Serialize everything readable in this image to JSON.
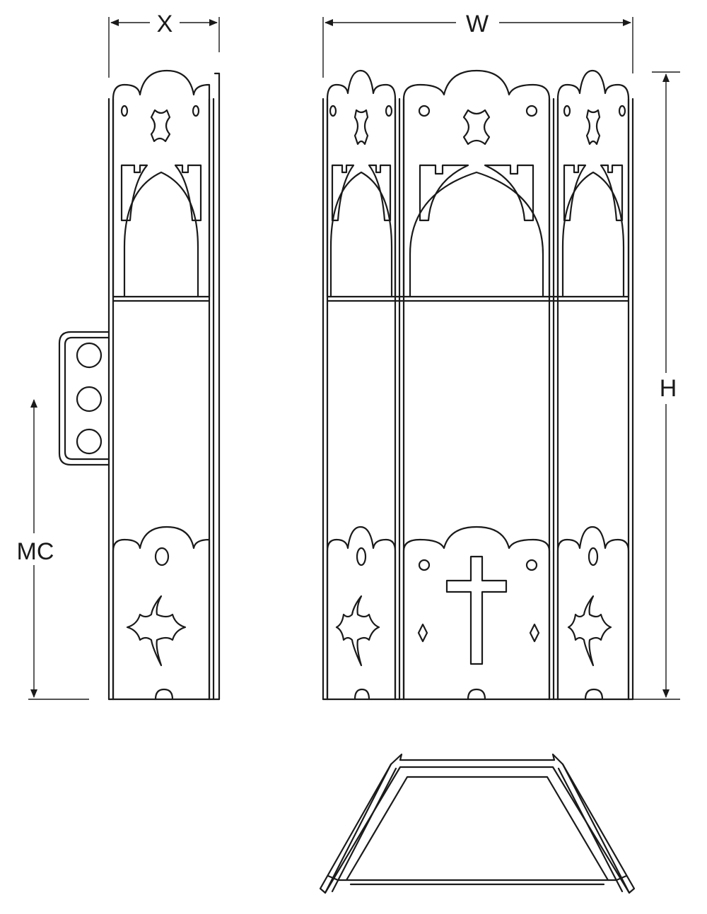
{
  "dimensions": {
    "x_label": "X",
    "w_label": "W",
    "h_label": "H",
    "mc_label": "MC"
  },
  "colors": {
    "line": "#1a1a1a",
    "background": "#ffffff"
  }
}
